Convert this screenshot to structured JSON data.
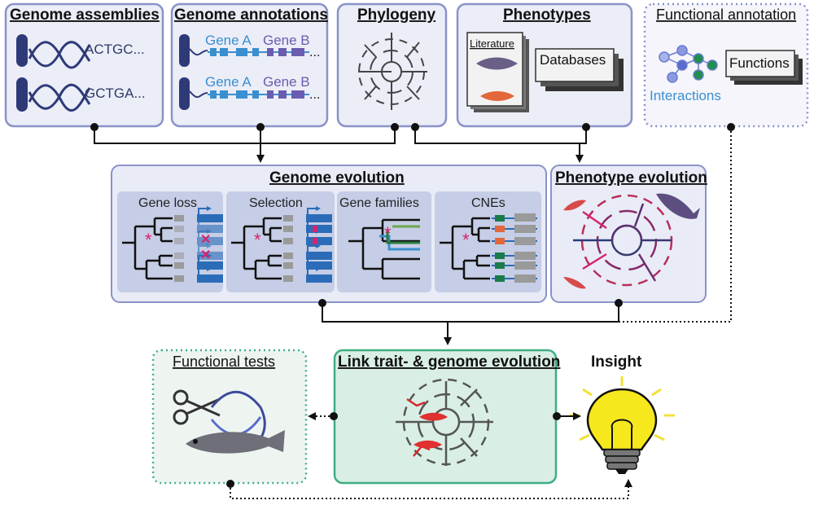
{
  "top": {
    "genome_assemblies": {
      "title": "Genome assemblies",
      "seq1": "ACTGC...",
      "seq2": "GCTGA..."
    },
    "genome_annotations": {
      "title": "Genome annotations",
      "gene_a": "Gene A",
      "gene_b": "Gene B",
      "ellipsis": "..."
    },
    "phylogeny": {
      "title": "Phylogeny"
    },
    "phenotypes": {
      "title": "Phenotypes",
      "literature": "Literature",
      "databases": "Databases"
    },
    "functional_annotation": {
      "title": "Functional annotation",
      "interactions": "Interactions",
      "functions": "Functions"
    }
  },
  "middle": {
    "genome_evolution": {
      "title": "Genome evolution",
      "panels": [
        {
          "label": "Gene loss"
        },
        {
          "label": "Selection"
        },
        {
          "label": "Gene families"
        },
        {
          "label": "CNEs"
        }
      ]
    },
    "phenotype_evolution": {
      "title": "Phenotype evolution"
    }
  },
  "bottom": {
    "functional_tests": {
      "title": "Functional tests"
    },
    "link": {
      "title": "Link trait- & genome evolution"
    },
    "insight": {
      "title": "Insight"
    }
  },
  "colors": {
    "box_border": "#8a92c9",
    "box_fill": "#ebedf7",
    "panel_fill": "#c6cde6",
    "green_border": "#3fae83",
    "green_fill": "#d9efe5",
    "gene_blue": "#2b6cb8",
    "accent_pink": "#d6246e"
  }
}
